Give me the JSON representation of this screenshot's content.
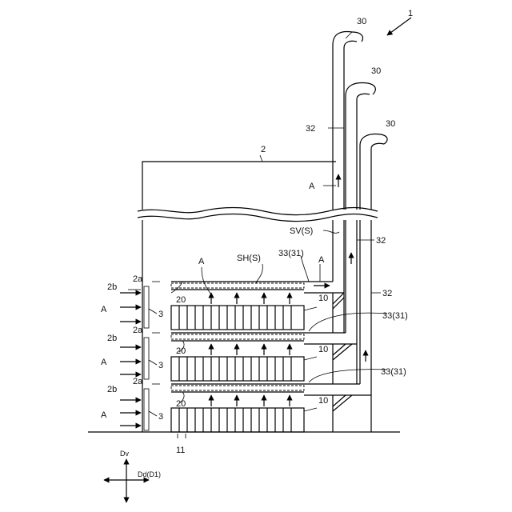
{
  "figure_number": "1",
  "labels": {
    "building": "2",
    "inlet": "2a",
    "louver": "2b",
    "fan_inlet": "3",
    "module": "10",
    "rack_servers": "11",
    "chamber": "20",
    "chimney_top": "30",
    "vertical_duct": "32",
    "horizontal_duct": "33(31)",
    "space_h": "SH(S)",
    "space_v": "SV(S)",
    "air": "A"
  },
  "axis": {
    "vertical": "Dv",
    "horizontal": "Dd(D1)"
  }
}
